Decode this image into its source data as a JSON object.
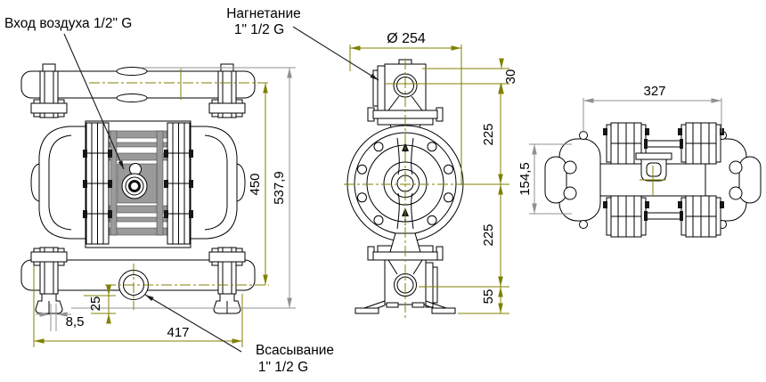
{
  "drawing": {
    "callouts": {
      "air_inlet": "Вход воздуха 1/2\" G",
      "discharge": [
        "Нагнетание",
        "1\" 1/2 G"
      ],
      "suction": [
        "Всасывание",
        "1\" 1/2 G"
      ]
    },
    "dimensions": {
      "front_view": {
        "center_height": "450",
        "total_height": "537,9",
        "width": "417",
        "foot_offset": "8,5",
        "suction_clearance": "25"
      },
      "side_view": {
        "diameter": "Ø 254",
        "top_offset": "30",
        "upper_half": "225",
        "lower_half": "225",
        "base_height": "55"
      },
      "top_view": {
        "width": "327",
        "depth": "154,5"
      }
    },
    "colors": {
      "dimension_primary": "#808000",
      "dimension_secondary": "#909090",
      "outline": "#000000",
      "frame_gray": "#9a9a9a",
      "background": "#ffffff"
    }
  }
}
